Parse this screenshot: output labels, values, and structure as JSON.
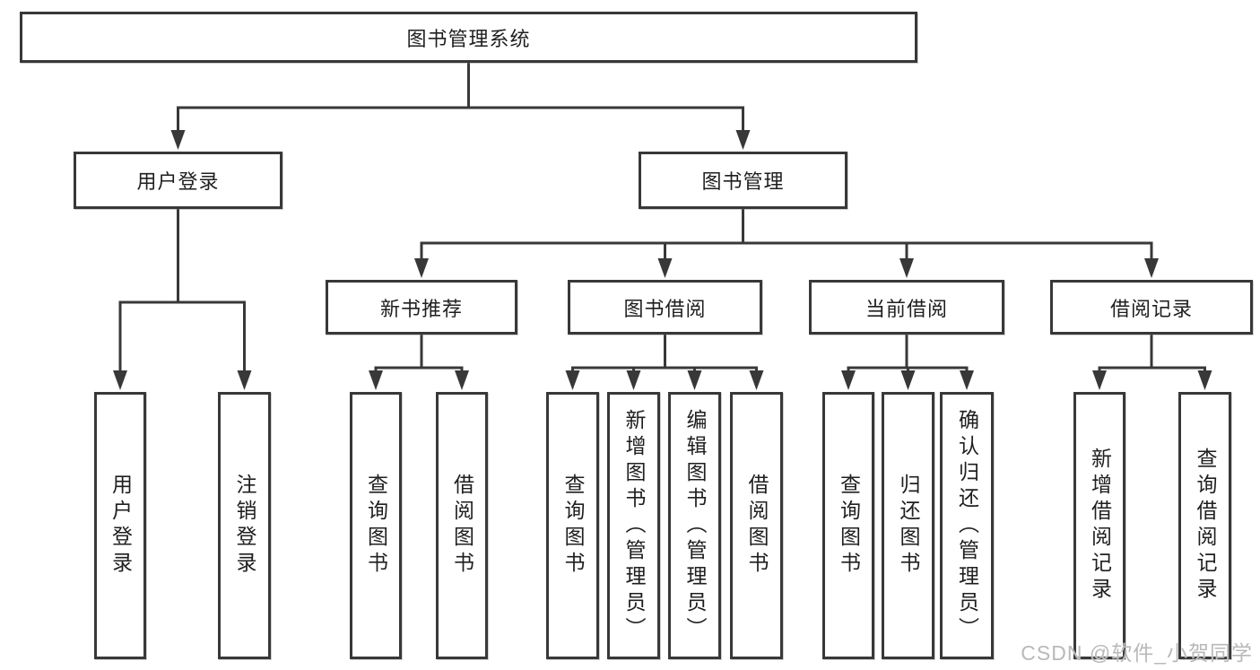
{
  "diagram": {
    "root": {
      "label": "图书管理系统"
    },
    "branches": [
      {
        "label": "用户登录",
        "leaves": [
          {
            "label": "用户登录"
          },
          {
            "label": "注销登录"
          }
        ]
      },
      {
        "label": "图书管理",
        "groups": [
          {
            "label": "新书推荐",
            "leaves": [
              {
                "label": "查询图书"
              },
              {
                "label": "借阅图书"
              }
            ]
          },
          {
            "label": "图书借阅",
            "leaves": [
              {
                "label": "查询图书"
              },
              {
                "label": "新增图书（管理员）"
              },
              {
                "label": "编辑图书（管理员）"
              },
              {
                "label": "借阅图书"
              }
            ]
          },
          {
            "label": "当前借阅",
            "leaves": [
              {
                "label": "查询图书"
              },
              {
                "label": "归还图书"
              },
              {
                "label": "确认归还（管理员）"
              }
            ]
          },
          {
            "label": "借阅记录",
            "leaves": [
              {
                "label": "新增借阅记录"
              },
              {
                "label": "查询借阅记录"
              }
            ]
          }
        ]
      }
    ],
    "line_color": "#383838",
    "node_border_color": "#383838",
    "node_fill_color": "#ffffff",
    "text_color": "#1f1f1f"
  },
  "watermark": {
    "text": "CSDN @软件_小贺同学",
    "color": "#b9b9b9"
  }
}
